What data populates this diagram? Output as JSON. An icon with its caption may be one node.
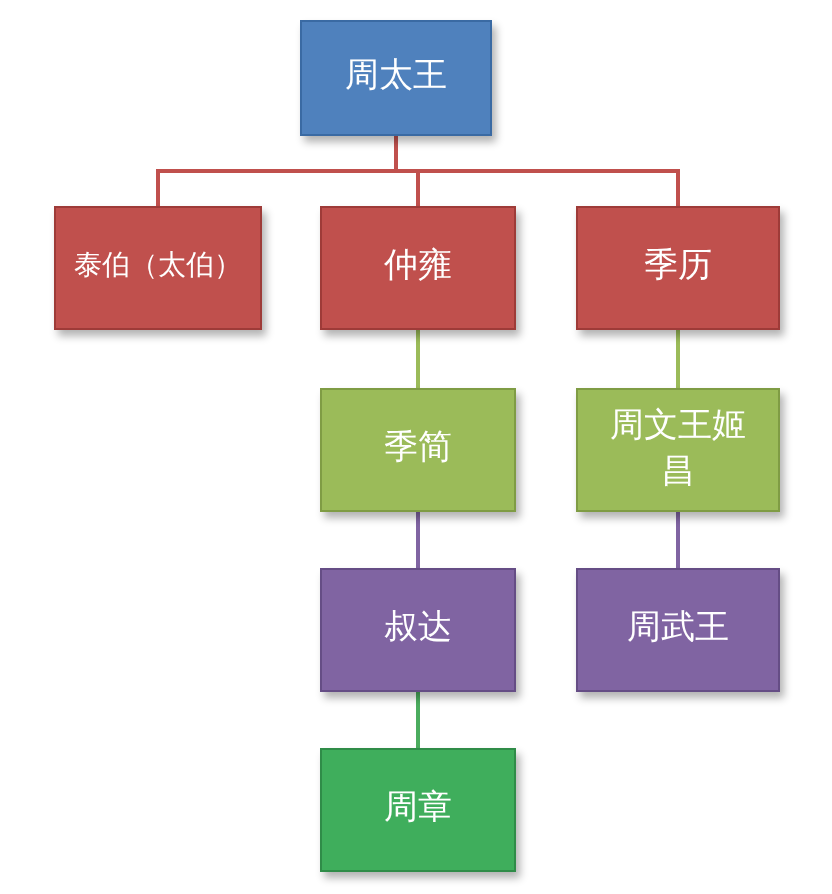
{
  "diagram": {
    "nodes": [
      {
        "text": [
          "周太王"
        ]
      },
      {
        "text": [
          "泰伯（太伯）"
        ]
      },
      {
        "text": [
          "仲雍"
        ]
      },
      {
        "text": [
          "季历"
        ]
      },
      {
        "text": [
          "季简"
        ]
      },
      {
        "text": [
          "周文王姬昌"
        ]
      },
      {
        "text": [
          "叔达"
        ]
      },
      {
        "text": [
          "周武王"
        ]
      },
      {
        "text": [
          "周章"
        ]
      }
    ],
    "edges": [
      {
        "from": 0,
        "to": 1,
        "arrow": "none",
        "color": "#c0504d"
      },
      {
        "from": 0,
        "to": 2,
        "arrow": "none",
        "color": "#c0504d"
      },
      {
        "from": 0,
        "to": 3,
        "arrow": "none",
        "color": "#c0504d"
      },
      {
        "from": 2,
        "to": 4,
        "arrow": "none",
        "color": "#9bbb59"
      },
      {
        "from": 3,
        "to": 5,
        "arrow": "none",
        "color": "#9bbb59"
      },
      {
        "from": 4,
        "to": 6,
        "arrow": "none",
        "color": "#8064a2"
      },
      {
        "from": 5,
        "to": 7,
        "arrow": "none",
        "color": "#8064a2"
      },
      {
        "from": 6,
        "to": 8,
        "arrow": "none",
        "color": "#4bac5e"
      }
    ]
  }
}
